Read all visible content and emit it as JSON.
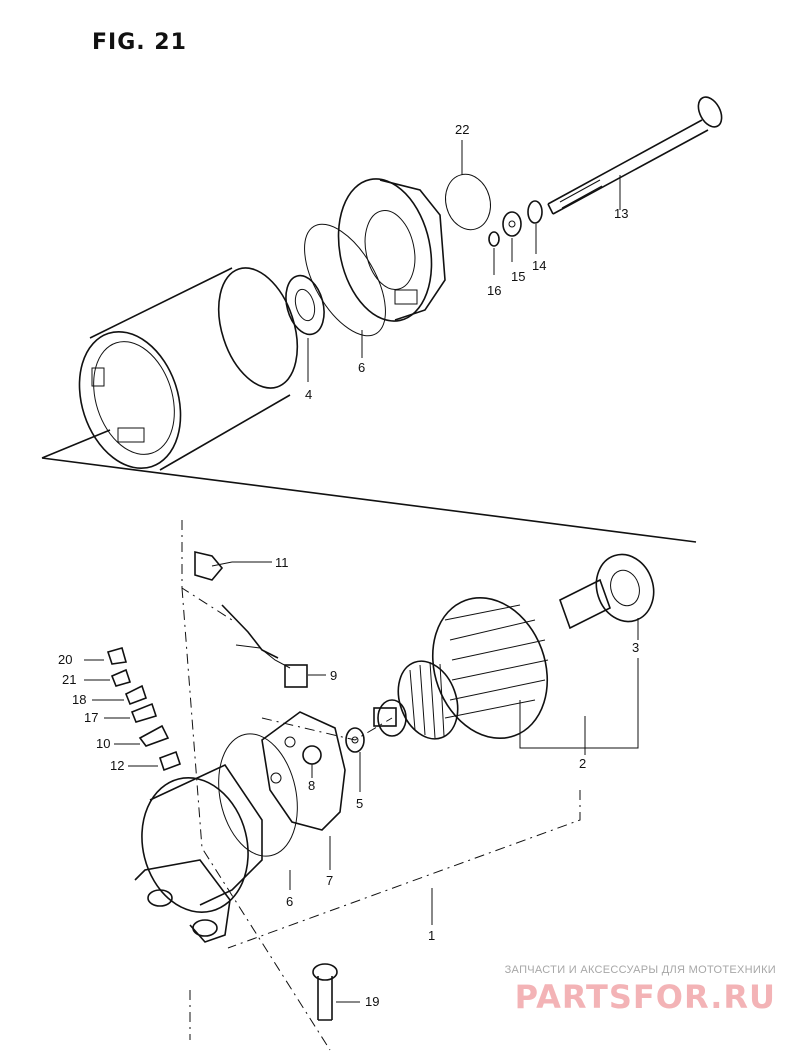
{
  "figure": {
    "title": "FIG. 21"
  },
  "callouts": [
    {
      "id": "22",
      "label": "22"
    },
    {
      "id": "13",
      "label": "13"
    },
    {
      "id": "16",
      "label": "16"
    },
    {
      "id": "15",
      "label": "15"
    },
    {
      "id": "14",
      "label": "14"
    },
    {
      "id": "4",
      "label": "4"
    },
    {
      "id": "6a",
      "label": "6"
    },
    {
      "id": "11",
      "label": "11"
    },
    {
      "id": "3",
      "label": "3"
    },
    {
      "id": "9",
      "label": "9"
    },
    {
      "id": "20",
      "label": "20"
    },
    {
      "id": "21",
      "label": "21"
    },
    {
      "id": "18",
      "label": "18"
    },
    {
      "id": "17",
      "label": "17"
    },
    {
      "id": "10",
      "label": "10"
    },
    {
      "id": "12",
      "label": "12"
    },
    {
      "id": "8",
      "label": "8"
    },
    {
      "id": "5",
      "label": "5"
    },
    {
      "id": "2",
      "label": "2"
    },
    {
      "id": "7",
      "label": "7"
    },
    {
      "id": "6b",
      "label": "6"
    },
    {
      "id": "1",
      "label": "1"
    },
    {
      "id": "19",
      "label": "19"
    }
  ],
  "watermark": {
    "tagline": "ЗАПЧАСТИ И АКСЕССУАРЫ ДЛЯ МОТОТЕХНИКИ",
    "logo_text": "PARTSFOR.RU"
  }
}
